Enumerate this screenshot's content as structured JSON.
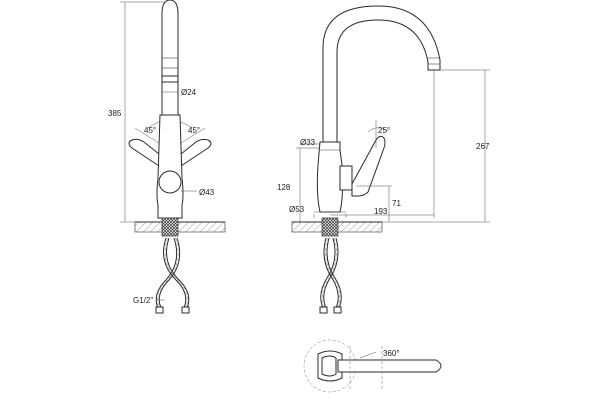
{
  "labels": {
    "height_total": "385",
    "pipe_diameter": "Ø24",
    "lever_angle_left": "45°",
    "lever_angle_right": "45°",
    "body_diameter_front": "Ø43",
    "thread": "G1/2\"",
    "top_diameter": "Ø33",
    "lever_angle_side": "25°",
    "spout_height": "267",
    "body_height": "128",
    "base_diameter": "Ø53",
    "spout_reach": "193",
    "lever_offset": "71",
    "rotation": "360°"
  },
  "colors": {
    "line": "#2a2a2a",
    "hatch": "#555555"
  }
}
